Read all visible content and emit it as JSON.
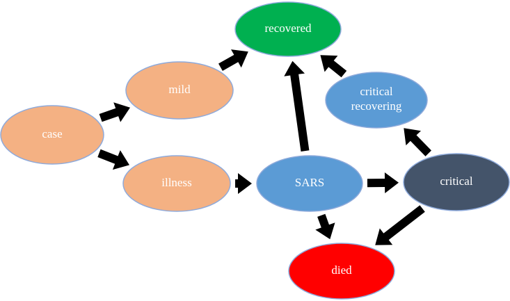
{
  "nodes": {
    "case": {
      "label": "case",
      "color": "#f4b183"
    },
    "mild": {
      "label": "mild",
      "color": "#f4b183"
    },
    "illness": {
      "label": "illness",
      "color": "#f4b183"
    },
    "recovered": {
      "label": "recovered",
      "color": "#00b050"
    },
    "critrec": {
      "label_line1": "critical",
      "label_line2": "recovering",
      "color": "#5b9bd5"
    },
    "sars": {
      "label": "SARS",
      "color": "#5b9bd5"
    },
    "critical": {
      "label": "critical",
      "color": "#44546a"
    },
    "died": {
      "label": "died",
      "color": "#ff0000"
    }
  },
  "edges": [
    {
      "from": "case",
      "to": "mild"
    },
    {
      "from": "case",
      "to": "illness"
    },
    {
      "from": "mild",
      "to": "recovered"
    },
    {
      "from": "illness",
      "to": "sars"
    },
    {
      "from": "sars",
      "to": "recovered"
    },
    {
      "from": "sars",
      "to": "critical"
    },
    {
      "from": "sars",
      "to": "died"
    },
    {
      "from": "critical",
      "to": "critrec"
    },
    {
      "from": "critical",
      "to": "died"
    },
    {
      "from": "critrec",
      "to": "recovered"
    }
  ],
  "colors": {
    "node_outline": "#8eaadb",
    "arrow": "#000000"
  }
}
